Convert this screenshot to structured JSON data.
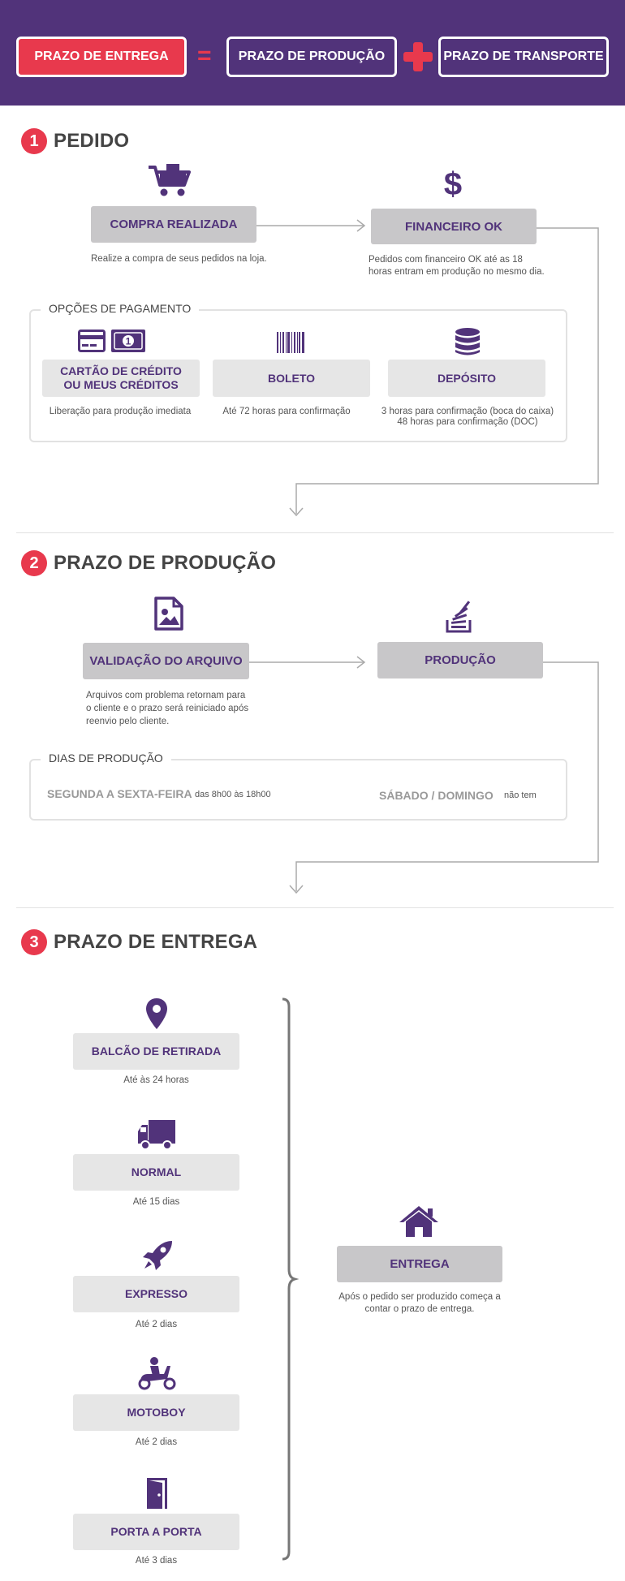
{
  "header": {
    "entrega": "PRAZO DE ENTREGA",
    "equals": "=",
    "producao": "PRAZO DE PRODUÇÃO",
    "plus": "+",
    "transporte": "PRAZO DE TRANSPORTE"
  },
  "s1": {
    "num": "1",
    "title": "PEDIDO",
    "compra": "COMPRA REALIZADA",
    "compra_desc": "Realize a compra de seus pedidos na loja.",
    "financeiro": "FINANCEIRO OK",
    "financeiro_desc": "Pedidos com financeiro OK até as 18 horas entram em produção no mesmo dia.",
    "panel_title": "OPÇÕES DE PAGAMENTO",
    "cartao_l1": "CARTÃO  DE CRÉDITO",
    "cartao_l2": "OU MEUS CRÉDITOS",
    "cartao_desc": "Liberação para produção imediata",
    "boleto": "BOLETO",
    "boleto_desc": "Até 72 horas para confirmação",
    "deposito": "DEPÓSITO",
    "deposito_desc1": "3 horas para confirmação (boca do caixa)",
    "deposito_desc2": "48 horas para confirmação (DOC)"
  },
  "s2": {
    "num": "2",
    "title": "PRAZO DE PRODUÇÃO",
    "validacao": "VALIDAÇÃO DO ARQUIVO",
    "validacao_desc": "Arquivos com problema retornam para o cliente e o prazo será reiniciado após reenvio pelo cliente.",
    "producao": "PRODUÇÃO",
    "panel_title": "DIAS DE PRODUÇÃO",
    "semana": "SEGUNDA A SEXTA-FEIRA",
    "semana_horario": "das 8h00 às 18h00",
    "fim_semana": "SÁBADO / DOMINGO",
    "fim_semana_horario": "não tem"
  },
  "s3": {
    "num": "3",
    "title": "PRAZO DE ENTREGA",
    "options": [
      {
        "label": "BALCÃO DE RETIRADA",
        "time": "Até às 24 horas"
      },
      {
        "label": "NORMAL",
        "time": "Até 15 dias"
      },
      {
        "label": "EXPRESSO",
        "time": "Até 2 dias"
      },
      {
        "label": "MOTOBOY",
        "time": "Até 2 dias"
      },
      {
        "label": "PORTA A PORTA",
        "time": "Até 3 dias"
      }
    ],
    "entrega": "ENTREGA",
    "entrega_desc": "Após o pedido ser produzido começa a contar o prazo de entrega."
  },
  "colors": {
    "purple": "#51337a",
    "red": "#e8394d",
    "gray_box": "#c8c7c9",
    "light_box": "#e6e6e6"
  },
  "icons": [
    "cart-icon",
    "dollar-icon",
    "credit-card-icon",
    "cash-icon",
    "barcode-icon",
    "coins-icon",
    "image-file-icon",
    "stack-icon",
    "map-pin-icon",
    "truck-icon",
    "rocket-icon",
    "scooter-icon",
    "door-icon",
    "house-icon"
  ]
}
